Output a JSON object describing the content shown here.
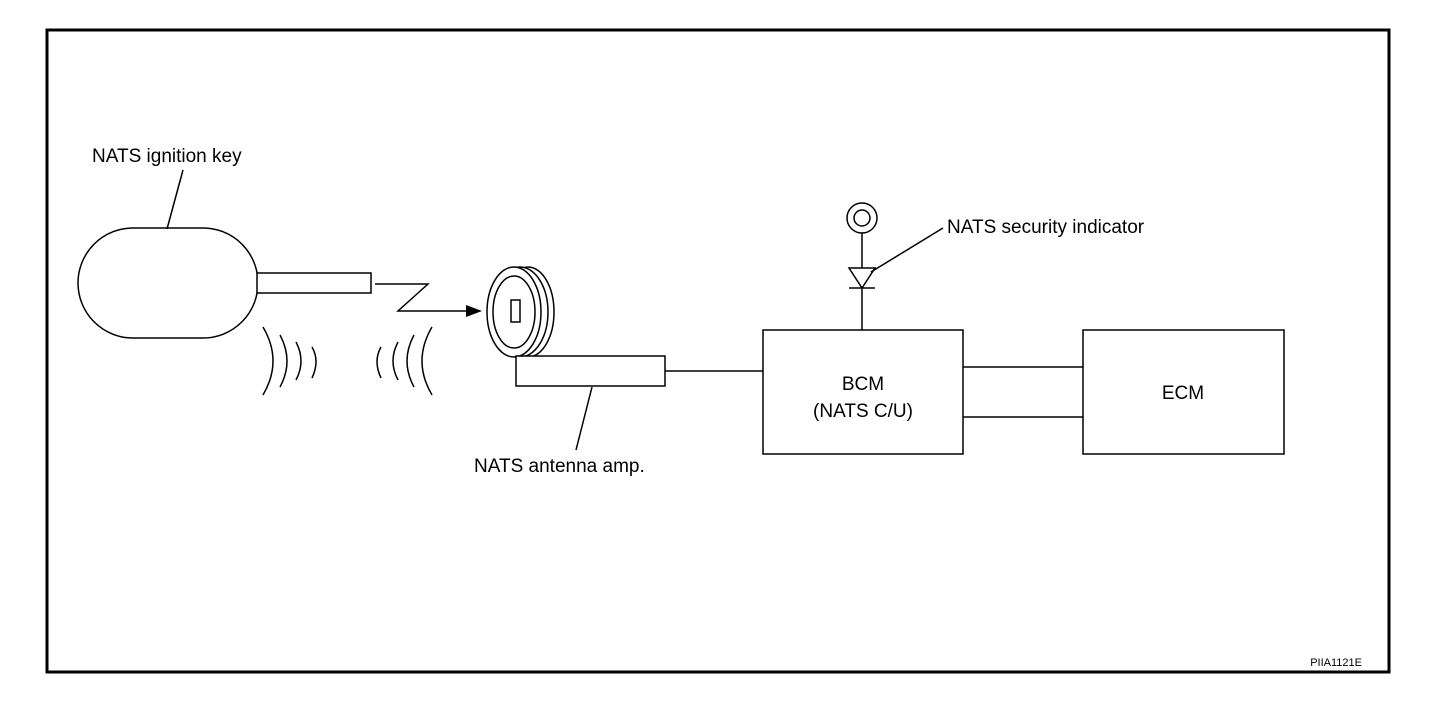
{
  "diagram": {
    "labels": {
      "ignition_key": "NATS ignition key",
      "security_indicator": "NATS security indicator",
      "antenna_amp": "NATS antenna amp."
    },
    "bcm": {
      "line1": "BCM",
      "line2": "(NATS C/U)"
    },
    "ecm": {
      "label": "ECM"
    },
    "figure_code": "PIIA1121E"
  }
}
